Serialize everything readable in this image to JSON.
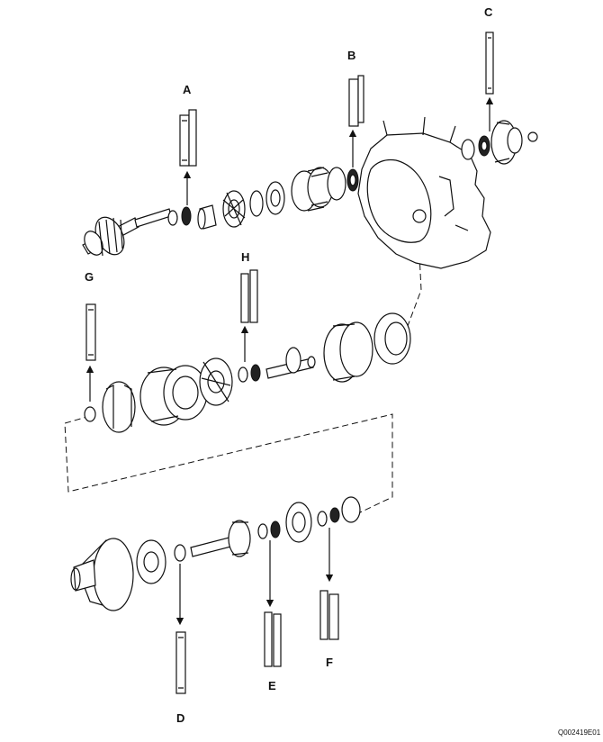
{
  "labels": {
    "A": "A",
    "B": "B",
    "C": "C",
    "D": "D",
    "E": "E",
    "F": "F",
    "G": "G",
    "H": "H"
  },
  "figure_code": "Q002419E01",
  "colors": {
    "ink": "#111111",
    "paper": "#ffffff"
  }
}
